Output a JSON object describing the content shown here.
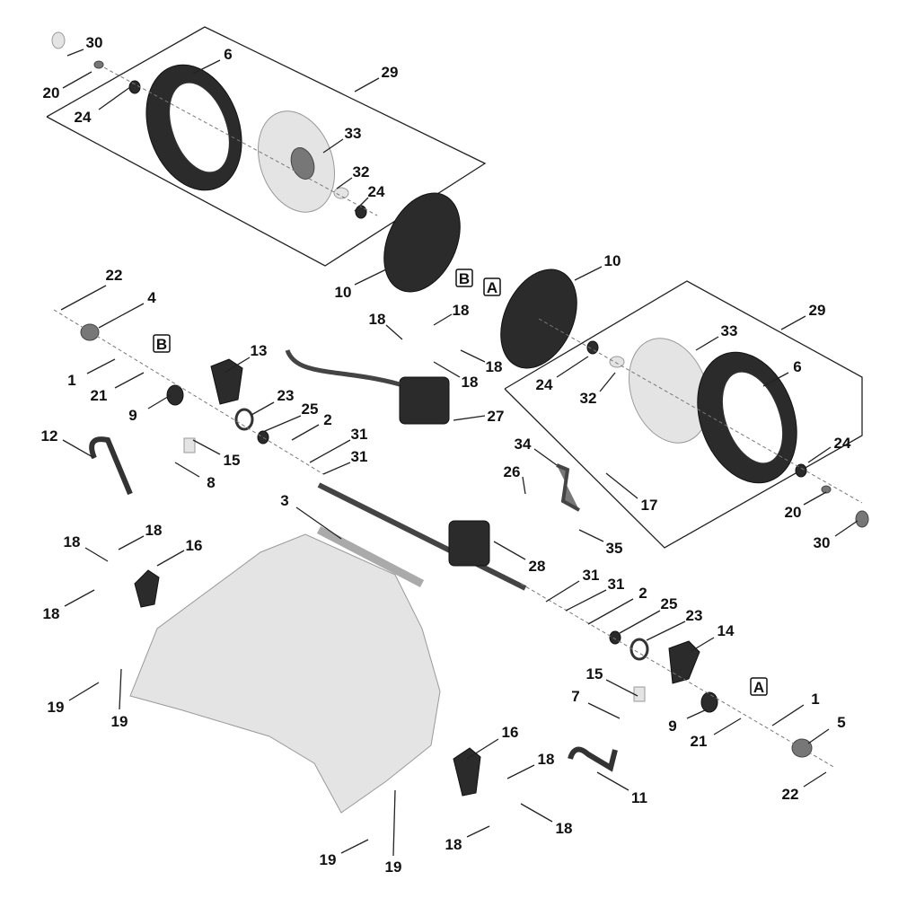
{
  "diagram": {
    "type": "exploded-parts-diagram",
    "callouts": [
      "30",
      "20",
      "24",
      "6",
      "29",
      "33",
      "32",
      "24",
      "10",
      "B",
      "A",
      "10",
      "29",
      "33",
      "6",
      "24",
      "32",
      "24",
      "20",
      "30",
      "22",
      "4",
      "1",
      "21",
      "9",
      "B",
      "13",
      "23",
      "25",
      "2",
      "31",
      "31",
      "12",
      "15",
      "8",
      "18",
      "18",
      "18",
      "18",
      "27",
      "34",
      "26",
      "17",
      "35",
      "28",
      "3",
      "18",
      "18",
      "16",
      "18",
      "19",
      "19",
      "31",
      "31",
      "2",
      "25",
      "23",
      "14",
      "A",
      "15",
      "7",
      "9",
      "21",
      "1",
      "5",
      "22",
      "11",
      "16",
      "18",
      "18",
      "18",
      "19",
      "19"
    ],
    "colors": {
      "line": "#222222",
      "part_dark": "#2b2b2b",
      "part_light": "#e4e4e4"
    }
  }
}
